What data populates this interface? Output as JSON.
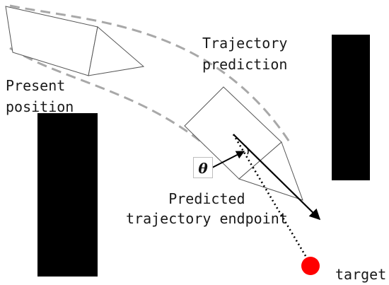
{
  "labels": {
    "present_line1": "Present",
    "present_line2": "position",
    "trajectory_line1": "Trajectory",
    "trajectory_line2": "prediction",
    "endpoint_line1": "Predicted",
    "endpoint_line2": "trajectory endpoint",
    "target": "target",
    "angle_symbol": "θ"
  },
  "colors": {
    "obstacle": "#000000",
    "target": "#ff0000",
    "trajectory_dash": "#a8a8a8",
    "outline": "#555555"
  }
}
